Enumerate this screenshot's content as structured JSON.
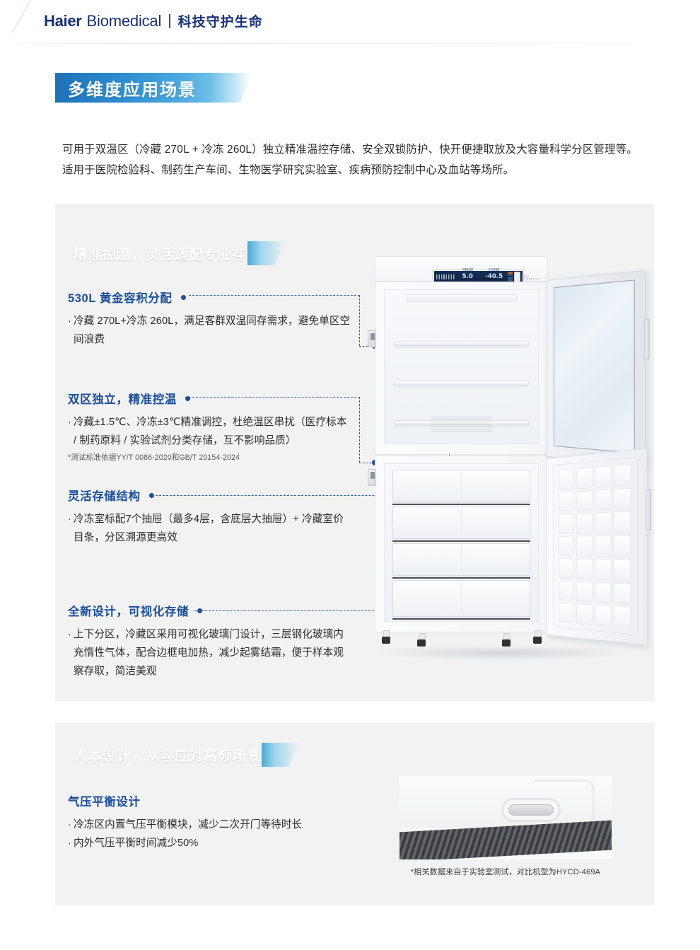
{
  "header": {
    "brand_primary": "Haier",
    "brand_secondary": "Biomedical",
    "brand_tagline_cn": "科技守护生命",
    "brand_color": "#17307d"
  },
  "title_banner": {
    "text": "多维度应用场景",
    "gradient_from": "#1d71b8",
    "gradient_to": "#6fc0e8"
  },
  "intro": {
    "line1": "可用于双温区（冷藏 270L + 冷冻 260L）独立精准温控存储、安全双锁防护、快开便捷取放及大容量科学分区管理等。",
    "line2": "适用于医院检验科、制药生产车间、生物医学研究实验室、疾病预防控制中心及血站等场所。"
  },
  "sections": [
    {
      "heading": "精准控温，灵活适配专业存储",
      "gradient_from": "#5cb646",
      "gradient_to": "#49a9d6",
      "features": [
        {
          "title": "530L 黄金容积分配",
          "body": "冷藏 270L+冷冻 260L，满足客群双温同存需求，避免单区空间浪费",
          "note": ""
        },
        {
          "title": "双区独立，精准控温",
          "body": "冷藏±1.5℃、冷冻±3℃精准调控，杜绝温区串扰（医疗标本 / 制药原料 / 实验试剂分类存储，互不影响品质）",
          "note": "*测试标准依据YY/T 0086-2020和GB/T 20154-2024"
        },
        {
          "title": "灵活存储结构",
          "body": "冷冻室标配7个抽屉（最多4层，含底层大抽屉）+ 冷藏室价目条，分区溯源更高效",
          "note": ""
        },
        {
          "title": "全新设计，可视化存储",
          "body": "上下分区，冷藏区采用可视化玻璃门设计，三层钢化玻璃内充惰性气体，配合边框电加热，减少起雾结霜，便于样本观察存取，简洁美观",
          "note": ""
        }
      ]
    },
    {
      "heading": "人本设计，从容应对高频场景",
      "gradient_from": "#5cb646",
      "gradient_to": "#49a9d6",
      "features": [
        {
          "title": "气压平衡设计",
          "bullets": [
            "冷冻区内置气压平衡模块，减少二次开门等待时长",
            "内外气压平衡时间减少50%"
          ]
        }
      ]
    }
  ],
  "product_image": {
    "alt_name": "双温区医用冷藏冷冻箱",
    "control_panel": {
      "brand": "Haier",
      "brand_sub": "BIOMEDICAL",
      "fridge_reading": "5.0",
      "fridge_unit": "℃",
      "fridge_caption": "冷藏室温度",
      "freezer_reading": "-40.5",
      "freezer_unit": "℃",
      "freezer_caption": "冷冻室温度"
    },
    "freezer_drawer_count": 4,
    "callout_color": "#1a4f9c"
  },
  "bottom_photo": {
    "alt_name": "气压平衡阀特写",
    "caption": "*相关数据来自于实验室测试，对比机型为HYCD-469A"
  },
  "panel_bg": "#f2f2f2"
}
